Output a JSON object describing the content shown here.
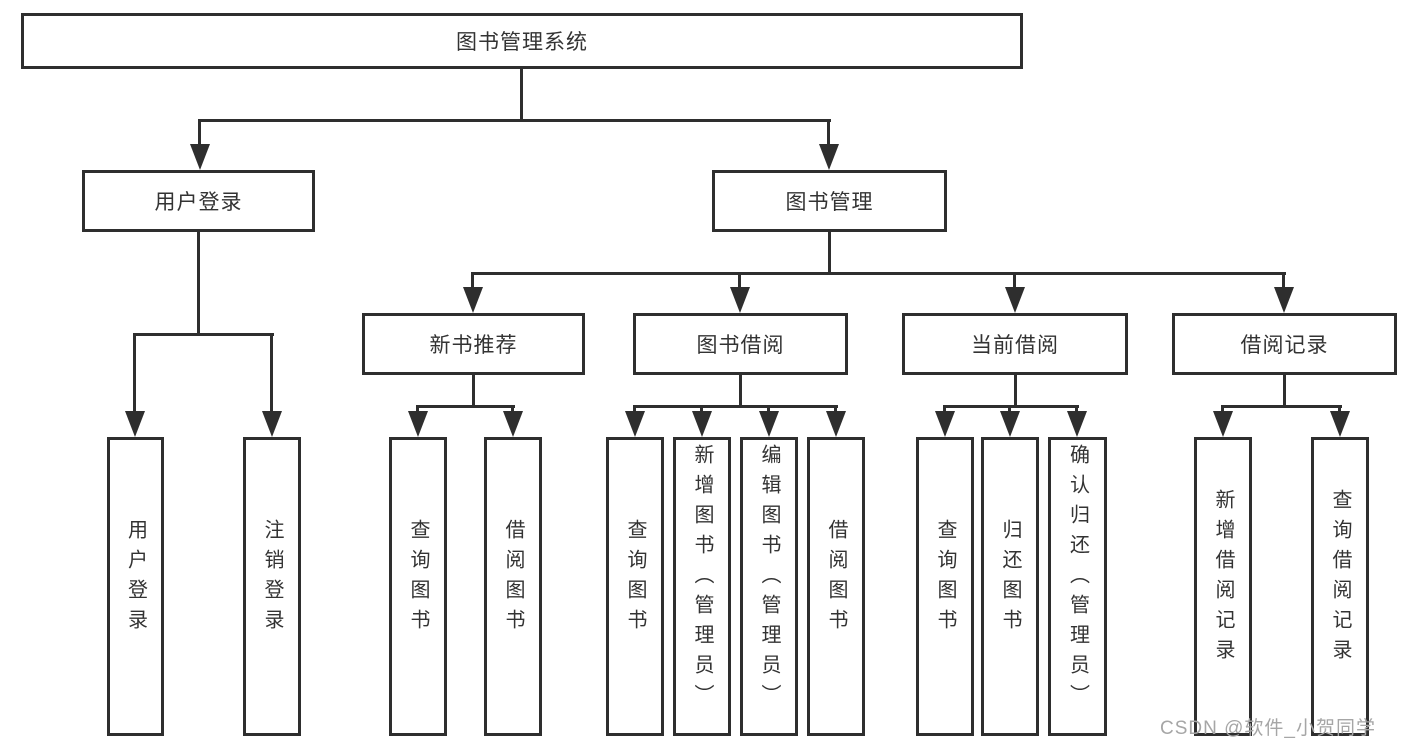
{
  "diagram": {
    "root": {
      "label": "图书管理系统"
    },
    "level2": [
      {
        "id": "user-login",
        "label": "用户登录"
      },
      {
        "id": "book-management",
        "label": "图书管理"
      }
    ],
    "level3": [
      {
        "id": "new-book-recommend",
        "label": "新书推荐",
        "parent": "图书管理"
      },
      {
        "id": "book-borrow",
        "label": "图书借阅",
        "parent": "图书管理"
      },
      {
        "id": "current-borrow",
        "label": "当前借阅",
        "parent": "图书管理"
      },
      {
        "id": "borrow-records",
        "label": "借阅记录",
        "parent": "图书管理"
      }
    ],
    "level4": [
      {
        "label": "用户登录",
        "parent": "用户登录"
      },
      {
        "label": "注销登录",
        "parent": "用户登录"
      },
      {
        "label": "查询图书",
        "parent": "新书推荐"
      },
      {
        "label": "借阅图书",
        "parent": "新书推荐"
      },
      {
        "label": "查询图书",
        "parent": "图书借阅"
      },
      {
        "label": "新增图书（管理员）",
        "parent": "图书借阅"
      },
      {
        "label": "编辑图书（管理员）",
        "parent": "图书借阅"
      },
      {
        "label": "借阅图书",
        "parent": "图书借阅"
      },
      {
        "label": "查询图书",
        "parent": "当前借阅"
      },
      {
        "label": "归还图书",
        "parent": "当前借阅"
      },
      {
        "label": "确认归还（管理员）",
        "parent": "当前借阅"
      },
      {
        "label": "新增借阅记录",
        "parent": "借阅记录"
      },
      {
        "label": "查询借阅记录",
        "parent": "借阅记录"
      }
    ],
    "watermark": "CSDN @软件_小贺同学",
    "colors": {
      "line": "#2e2e2e",
      "text": "#333333",
      "watermark": "#a6a6a6",
      "background": "#ffffff"
    }
  }
}
